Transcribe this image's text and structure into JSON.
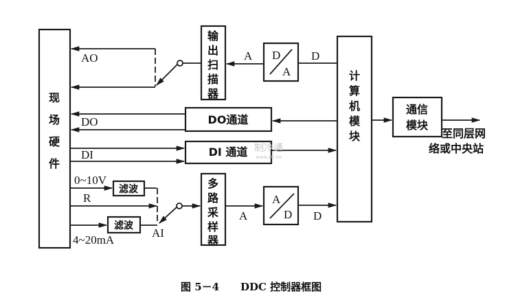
{
  "diagram": {
    "field_hardware": {
      "label_chars": [
        "现",
        "场",
        "硬",
        "件"
      ]
    },
    "output_scanner": {
      "label_chars": [
        "输",
        "出",
        "扫",
        "描",
        "器"
      ]
    },
    "da_converter": {
      "top": "D",
      "bottom": "A"
    },
    "computer_module": {
      "label_chars": [
        "计",
        "算",
        "机",
        "模",
        "块"
      ]
    },
    "comm_module": {
      "line1": "通信",
      "line2": "模块"
    },
    "destination": {
      "line1": "至同层网",
      "line2": "络或中央站"
    },
    "do_channel": {
      "label": "DO通道"
    },
    "di_channel": {
      "label": "DI 通道"
    },
    "filter_top": {
      "label": "滤波"
    },
    "filter_bottom": {
      "label": "滤波"
    },
    "multiplexer": {
      "label_chars": [
        "多",
        "路",
        "采",
        "样",
        "器"
      ]
    },
    "ad_converter": {
      "top": "A",
      "bottom": "D"
    },
    "signals": {
      "ao": "AO",
      "do": "DO",
      "di": "DI",
      "v_range": "0~10V",
      "r": "R",
      "ma_range": "4~20mA",
      "ai": "AI",
      "a_top": "A",
      "d_top": "D",
      "a_bottom": "A",
      "d_bottom": "D"
    },
    "watermark": {
      "main": "制冷通",
      "sub": "www.zlt.ne"
    }
  },
  "caption": {
    "figure_no": "图 5－4",
    "title": "DDC 控制器框图"
  }
}
